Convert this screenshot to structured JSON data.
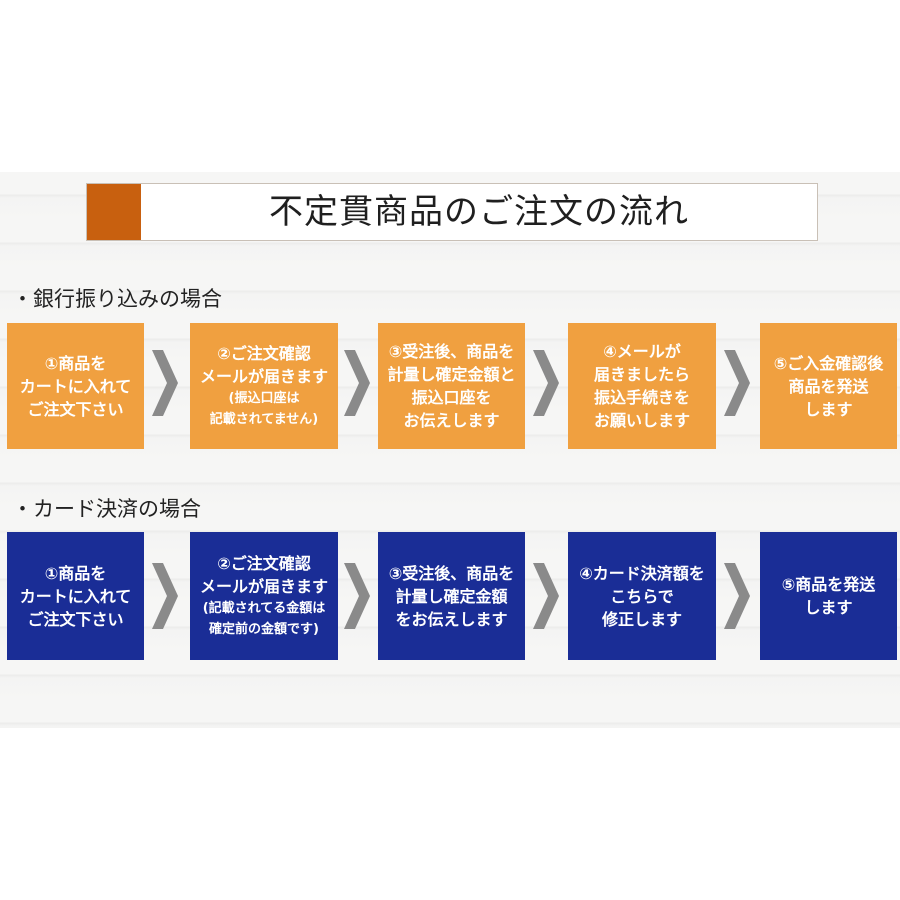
{
  "title": "不定貫商品のご注文の流れ",
  "colors": {
    "accent": "#c8600f",
    "bank_step": "#f0a040",
    "card_step": "#1a2d96",
    "chevron": "#8a8a8a"
  },
  "bank": {
    "label": "・銀行振り込みの場合",
    "steps": [
      {
        "lines": [
          "①商品を",
          "カートに入れて",
          "ご注文下さい"
        ]
      },
      {
        "lines": [
          "②ご注文確認",
          "メールが届きます"
        ],
        "small": [
          "(振込口座は",
          "記載されてません)"
        ]
      },
      {
        "lines": [
          "③受注後、商品を",
          "計量し確定金額と",
          "振込口座を",
          "お伝えします"
        ]
      },
      {
        "lines": [
          "④メールが",
          "届きましたら",
          "振込手続きを",
          "お願いします"
        ]
      },
      {
        "lines": [
          "⑤ご入金確認後",
          "商品を発送",
          "します"
        ]
      }
    ]
  },
  "card": {
    "label": "・カード決済の場合",
    "steps": [
      {
        "lines": [
          "①商品を",
          "カートに入れて",
          "ご注文下さい"
        ]
      },
      {
        "lines": [
          "②ご注文確認",
          "メールが届きます",
          "(記載されてる金額は"
        ],
        "small": [
          "確定前の金額です)"
        ]
      },
      {
        "lines": [
          "③受注後、商品を",
          "計量し確定金額",
          "をお伝えします"
        ]
      },
      {
        "lines": [
          "④カード決済額を",
          "こちらで",
          "修正します"
        ]
      },
      {
        "lines": [
          "⑤商品を発送",
          "します"
        ]
      }
    ]
  }
}
